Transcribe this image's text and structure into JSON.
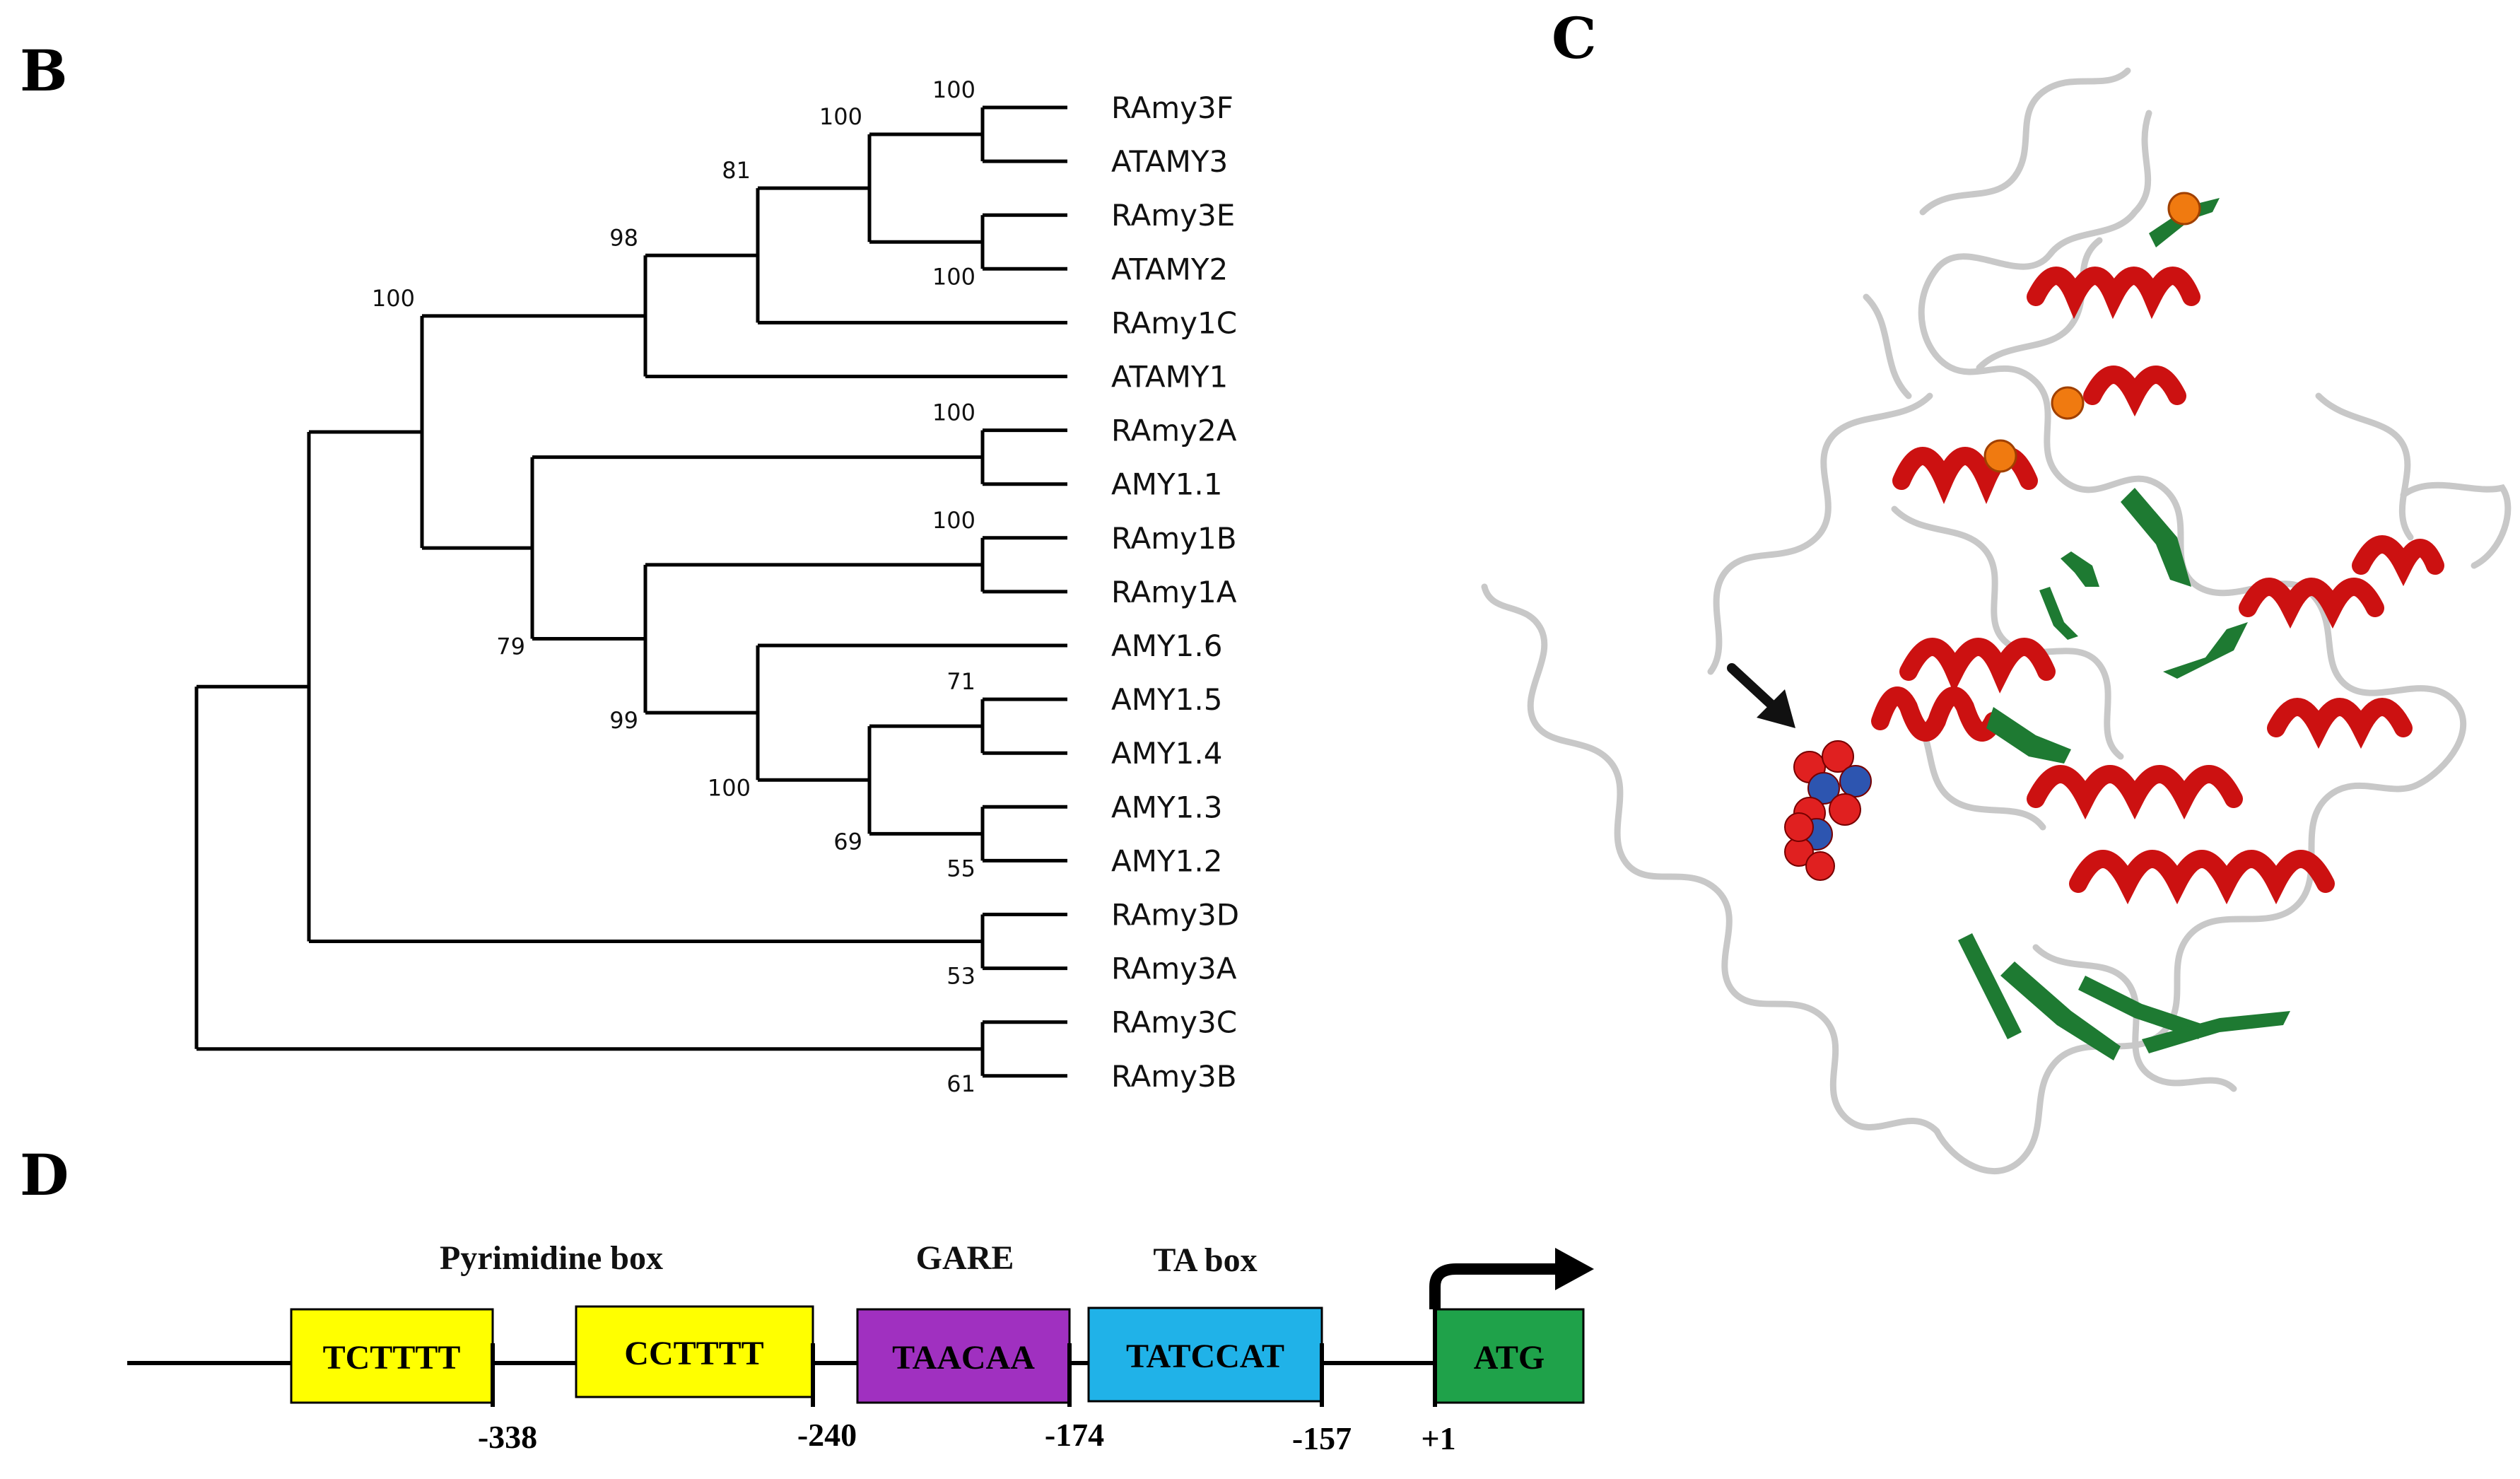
{
  "panels": {
    "tree": {
      "letter": "B"
    },
    "structure": {
      "letter": "C"
    },
    "promoter": {
      "letter": "D"
    }
  },
  "tree": {
    "leaves": [
      "RAmy3F",
      "ATAMY3",
      "RAmy3E",
      "ATAMY2",
      "RAmy1C",
      "ATAMY1",
      "RAmy2A",
      "AMY1.1",
      "RAmy1B",
      "RAmy1A",
      "AMY1.6",
      "AMY1.5",
      "AMY1.4",
      "AMY1.3",
      "AMY1.2",
      "RAmy3D",
      "RAmy3A",
      "RAmy3C",
      "RAmy3B"
    ],
    "bootstrap": {
      "n_3F_A3": "100",
      "n_3E_A2": "100",
      "n_F2": "100",
      "n_A": "81",
      "n_B": "98",
      "n_C": "100",
      "n_2A": "100",
      "n_1B": "100",
      "n_G2": "79",
      "n_J": "99",
      "n_I": "100",
      "n_15": "71",
      "n_13": "55",
      "n_H": "69",
      "n_3D": "53",
      "n_3C": "61"
    }
  },
  "structure": {
    "colors": {
      "helix": "#cc1111",
      "strand": "#1e7a32",
      "coil": "#c8c8c8",
      "ion": "#f07a10",
      "ligand_o": "#e02020",
      "ligand_c": "#2d55b0"
    }
  },
  "promoter": {
    "elements": [
      {
        "title": "Pyrimidine box",
        "boxes": [
          "TCTTTT",
          "CCTTTT"
        ]
      },
      {
        "title": "GARE",
        "boxes": [
          "TAACAA"
        ]
      },
      {
        "title": "TA box",
        "boxes": [
          "TATCCAT"
        ]
      }
    ],
    "start_box": "ATG",
    "positions": [
      "-338",
      "-240",
      "-174",
      "-157",
      "+1"
    ],
    "colors": {
      "pyrimidine": "#ffff00",
      "gare": "#a030c0",
      "ta_box": "#20b2e8",
      "start": "#1fa24a"
    }
  }
}
